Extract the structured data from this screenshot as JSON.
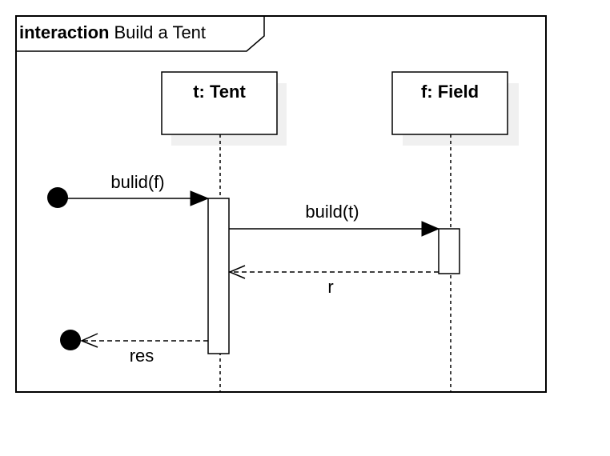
{
  "frame": {
    "keyword": "interaction",
    "name": "Build a Tent"
  },
  "lifelines": [
    {
      "label": "t: Tent"
    },
    {
      "label": "f: Field"
    }
  ],
  "messages": [
    {
      "label": "bulid(f)",
      "kind": "found-sync"
    },
    {
      "label": "build(t)",
      "kind": "sync"
    },
    {
      "label": "r",
      "kind": "reply"
    },
    {
      "label": "res",
      "kind": "lost-reply"
    }
  ],
  "colors": {
    "stroke": "#000000",
    "shadow": "#f0f0f0",
    "background": "#ffffff"
  }
}
